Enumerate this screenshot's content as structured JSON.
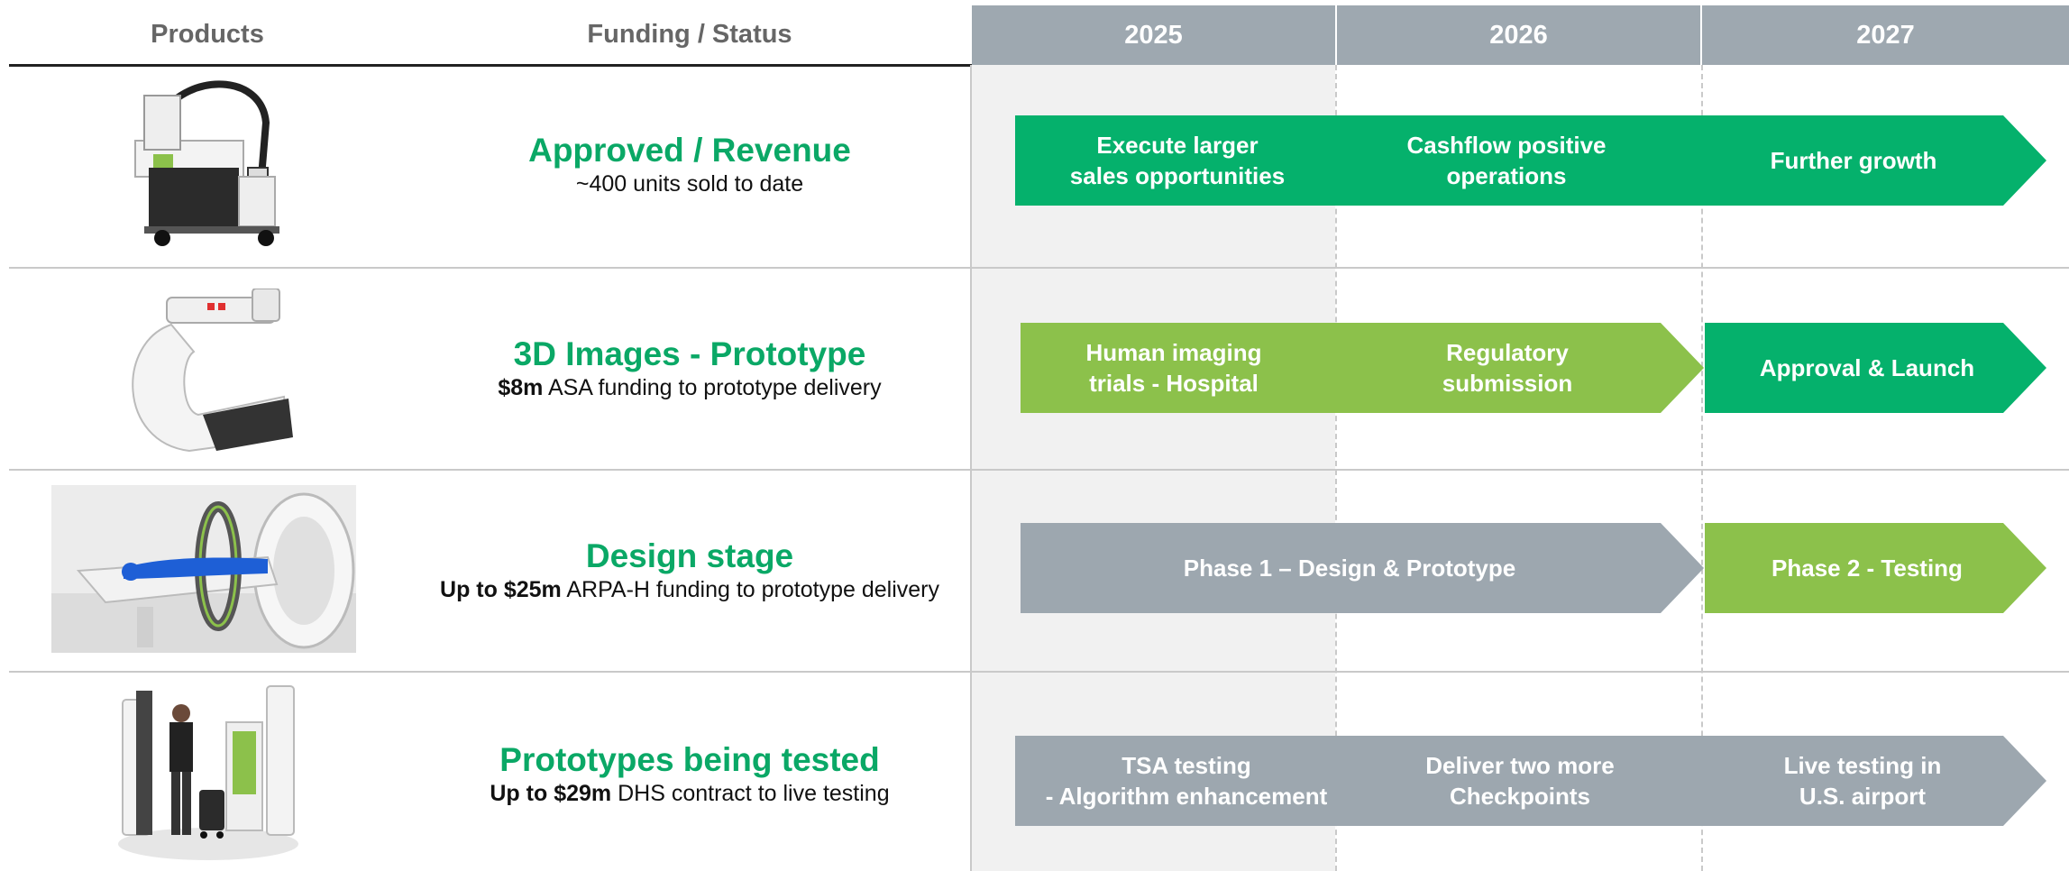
{
  "headers": {
    "products": "Products",
    "funding": "Funding / Status",
    "years": [
      "2025",
      "2026",
      "2027"
    ]
  },
  "rows": [
    {
      "title": "Approved / Revenue",
      "subtitle_bold": "",
      "subtitle_rest": "~400 units sold to date",
      "image_icon": "mobile-xray-device-icon",
      "bars": [
        {
          "color": "green",
          "labels": [
            "Execute larger\nsales opportunities",
            "Cashflow positive\noperations",
            "Further growth"
          ]
        }
      ]
    },
    {
      "title": "3D Images - Prototype",
      "subtitle_bold": "$8m",
      "subtitle_rest": " ASA funding to prototype delivery",
      "image_icon": "c-arm-scanner-icon",
      "bars": [
        {
          "color": "lime",
          "labels": [
            "Human imaging\ntrials - Hospital",
            "Regulatory\nsubmission"
          ]
        },
        {
          "color": "green",
          "labels": [
            "Approval & Launch"
          ]
        }
      ]
    },
    {
      "title": "Design stage",
      "subtitle_bold": "Up to $25m",
      "subtitle_rest": " ARPA-H funding to prototype delivery",
      "image_icon": "ring-scanner-with-patient-icon",
      "bars": [
        {
          "color": "gray",
          "labels": [
            "Phase 1 – Design & Prototype"
          ]
        },
        {
          "color": "lime",
          "labels": [
            "Phase 2 - Testing"
          ]
        }
      ]
    },
    {
      "title": "Prototypes being tested",
      "subtitle_bold": "Up to $29m",
      "subtitle_rest": " DHS contract to live testing",
      "image_icon": "security-checkpoint-icon",
      "bars": [
        {
          "color": "gray",
          "labels": [
            "TSA testing\n-  Algorithm enhancement",
            "Deliver two more\nCheckpoints",
            "Live testing in\nU.S. airport"
          ]
        }
      ]
    }
  ],
  "colors": {
    "green": "#05b16c",
    "lime": "#8cc14b",
    "gray": "#9da7af",
    "header_year_bg": "#9ea8b0",
    "title_green": "#0aa866"
  }
}
